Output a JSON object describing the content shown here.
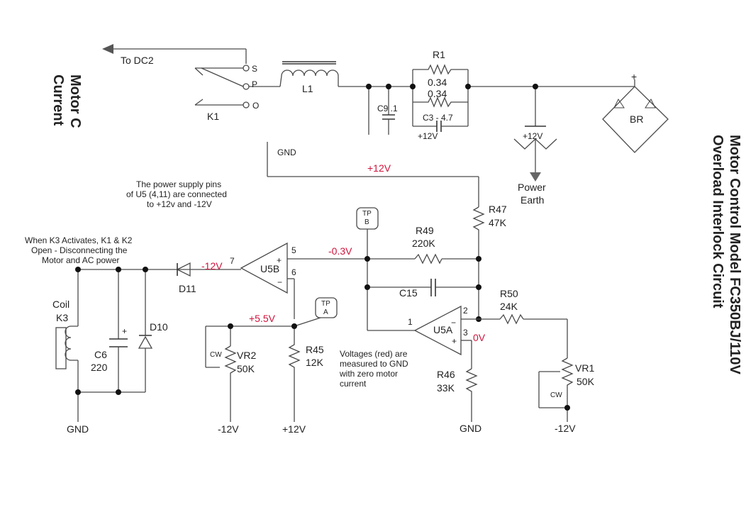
{
  "title": {
    "line1": "Motor Control Model FC350BJ/110V",
    "line2": "Overload Interlock Circuit",
    "left_fragment_line1": "Motor C",
    "left_fragment_line2": "Current"
  },
  "labels": {
    "to_dc2": "To DC2",
    "relay_s": "S",
    "relay_p": "P",
    "relay_o": "O",
    "k1": "K1",
    "l1": "L1",
    "r1": "R1",
    "r1_a": "0.34",
    "r1_b": "0.34",
    "c9": "C9 .1",
    "c3": "C3 - 4.7",
    "plus12_small": "+12V",
    "plus12_cut": "+12V",
    "br_plus": "+",
    "br": "BR",
    "gnd_top": "GND",
    "power_earth_1": "Power",
    "power_earth_2": "Earth",
    "note_supply_1": "The power supply pins",
    "note_supply_2": "of U5 (4,11) are connected",
    "note_supply_3": "to +12v and -12V",
    "note_k3_1": "When K3 Activates, K1 & K2",
    "note_k3_2": "Open - Disconnecting the",
    "note_k3_3": "Motor and AC power",
    "tpb_1": "TP",
    "tpb_2": "B",
    "tpa_1": "TP",
    "tpa_2": "A",
    "r47": "R47",
    "r47_v": "47K",
    "r49": "R49",
    "r49_v": "220K",
    "c15": "C15",
    "r50": "R50",
    "r50_v": "24K",
    "u5b": "U5B",
    "u5a": "U5A",
    "pin5": "5",
    "pin6": "6",
    "pin7": "7",
    "pin1": "1",
    "pin2": "2",
    "pin3": "3",
    "d11": "D11",
    "d10": "D10",
    "coil": "Coil",
    "k3": "K3",
    "c6": "C6",
    "c6_v": "220",
    "vr2": "VR2",
    "vr2_v": "50K",
    "cw1": "CW",
    "r45": "R45",
    "r45_v": "12K",
    "note_v_1": "Voltages (red) are",
    "note_v_2": "measured to GND",
    "note_v_3": "with zero motor",
    "note_v_4": "current",
    "r46": "R46",
    "r46_v": "33K",
    "vr1": "VR1",
    "vr1_v": "50K",
    "cw2": "CW",
    "gnd_left": "GND",
    "m12_a": "-12V",
    "p12_b": "+12V",
    "gnd_mid": "GND",
    "m12_c": "-12V"
  },
  "voltages": {
    "v_plus12": "+12V",
    "v_m03": "-0.3V",
    "v_m12": "-12V",
    "v_p55": "+5.5V",
    "v_0": "0V"
  },
  "colors": {
    "voltage_red": "#d0143c",
    "wire": "#4a4a4a"
  }
}
